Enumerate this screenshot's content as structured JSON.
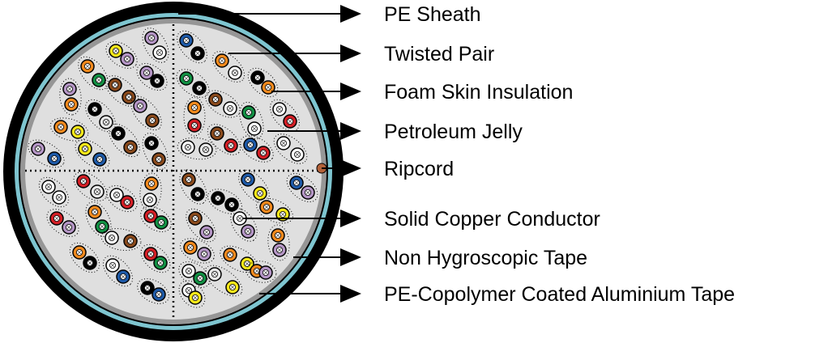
{
  "labels": [
    "PE Sheath",
    "Twisted Pair",
    "Foam Skin Insulation",
    "Petroleum Jelly",
    "Ripcord",
    "Solid Copper Conductor",
    "Non Hygroscopic Tape",
    "PE-Copolymer Coated Aluminium Tape"
  ],
  "colors": {
    "sheath": "#000000",
    "aluminium_tape": "#7ec5d0",
    "hygroscopic_tape": "#969696",
    "jelly": "#dfdfdf",
    "ripcord": "#b3623a",
    "conductor_fill": "#ffffff",
    "conductor_mark": "#555555"
  },
  "insulation_colors": {
    "blue": "#1e5aa8",
    "orange": "#f28a1e",
    "green": "#129144",
    "brown": "#8a4a1c",
    "slate": "#e8e8e8",
    "white": "#ffffff",
    "red": "#d41f26",
    "black": "#000000",
    "yellow": "#f7e81a",
    "violet": "#b596c6"
  }
}
